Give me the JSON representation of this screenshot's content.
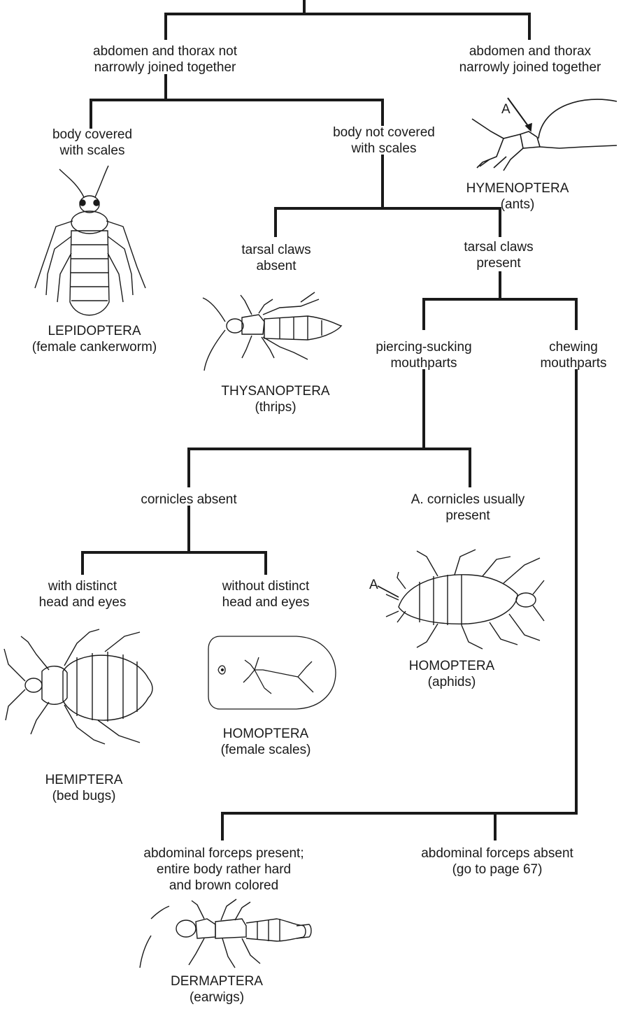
{
  "colors": {
    "line": "#1a1a1a",
    "text": "#1a1a1a",
    "background": "#ffffff"
  },
  "labels": {
    "not_narrow": [
      "abdomen and thorax not",
      "narrowly joined together"
    ],
    "narrow": [
      "abdomen and thorax",
      "narrowly joined together"
    ],
    "scales": [
      "body covered",
      "with scales"
    ],
    "no_scales": [
      "body not covered",
      "with scales"
    ],
    "claws_absent": [
      "tarsal claws",
      "absent"
    ],
    "claws_present": [
      "tarsal claws",
      "present"
    ],
    "piercing": [
      "piercing-sucking",
      "mouthparts"
    ],
    "chewing": [
      "chewing",
      "mouthparts"
    ],
    "cornicles_absent": [
      "cornicles absent"
    ],
    "cornicles_present": [
      "A. cornicles usually",
      "present"
    ],
    "head_eyes": [
      "with distinct",
      "head and eyes"
    ],
    "no_head_eyes": [
      "without distinct",
      "head and eyes"
    ],
    "forceps_present": [
      "abdominal forceps present;",
      "entire body rather hard",
      "and brown colored"
    ],
    "forceps_absent": [
      "abdominal forceps absent",
      "(go to page 67)"
    ]
  },
  "taxa": {
    "lepidoptera": [
      "LEPIDOPTERA",
      "(female cankerworm)"
    ],
    "hymenoptera": [
      "HYMENOPTERA",
      "(ants)"
    ],
    "thysanoptera": [
      "THYSANOPTERA",
      "(thrips)"
    ],
    "homoptera_aphids": [
      "HOMOPTERA",
      "(aphids)"
    ],
    "hemiptera": [
      "HEMIPTERA",
      "(bed bugs)"
    ],
    "homoptera_scales": [
      "HOMOPTERA",
      "(female scales)"
    ],
    "dermaptera": [
      "DERMAPTERA",
      "(earwigs)"
    ]
  },
  "pointer_letter": "A",
  "illustrations": {
    "ant": "ant-waist-illustration",
    "cankerworm": "cankerworm-illustration",
    "thrips": "thrips-illustration",
    "aphid": "aphid-illustration",
    "bedbug": "bedbug-illustration",
    "scale": "scale-insect-illustration",
    "earwig": "earwig-illustration"
  }
}
